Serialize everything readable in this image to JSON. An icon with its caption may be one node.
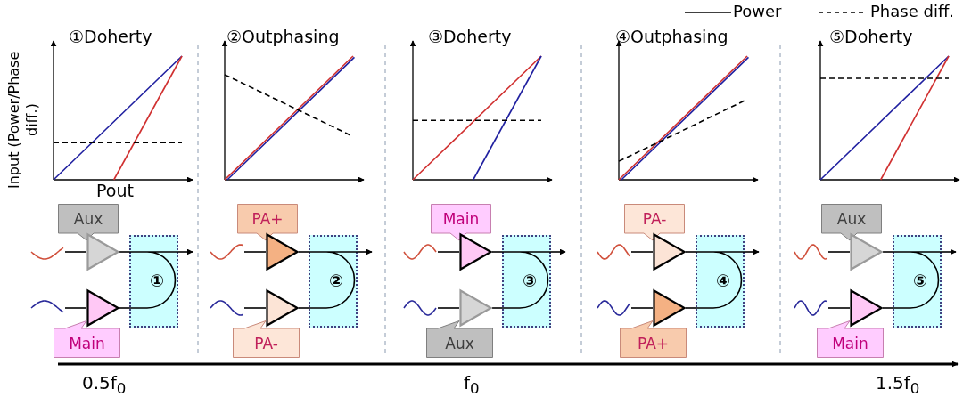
{
  "diagram": {
    "nodes": [
      {
        "text": [
          "Aux"
        ]
      },
      {
        "text": [],
        "shape": "wave"
      },
      {
        "text": [],
        "shape": "triangle"
      },
      {
        "text": [
          "①"
        ]
      },
      {
        "text": [],
        "shape": "wave"
      },
      {
        "text": [],
        "shape": "triangle"
      },
      {
        "text": [
          "Main"
        ]
      },
      {
        "text": [
          "PA+"
        ]
      },
      {
        "text": [],
        "shape": "wave"
      },
      {
        "text": [],
        "shape": "triangle"
      },
      {
        "text": [
          "②"
        ]
      },
      {
        "text": [],
        "shape": "wave"
      },
      {
        "text": [],
        "shape": "triangle"
      },
      {
        "text": [
          "PA-"
        ]
      },
      {
        "text": [
          "Main"
        ]
      },
      {
        "text": [],
        "shape": "wave"
      },
      {
        "text": [],
        "shape": "triangle"
      },
      {
        "text": [
          "③"
        ]
      },
      {
        "text": [],
        "shape": "wave"
      },
      {
        "text": [],
        "shape": "triangle"
      },
      {
        "text": [
          "Aux"
        ]
      },
      {
        "text": [
          "PA-"
        ]
      },
      {
        "text": [],
        "shape": "wave"
      },
      {
        "text": [],
        "shape": "triangle"
      },
      {
        "text": [
          "④"
        ]
      },
      {
        "text": [],
        "shape": "wave"
      },
      {
        "text": [],
        "shape": "triangle"
      },
      {
        "text": [
          "PA+"
        ]
      },
      {
        "text": [
          "Aux"
        ]
      },
      {
        "text": [],
        "shape": "wave"
      },
      {
        "text": [],
        "shape": "triangle"
      },
      {
        "text": [
          "⑤"
        ]
      },
      {
        "text": [],
        "shape": "wave"
      },
      {
        "text": [],
        "shape": "triangle"
      },
      {
        "text": [
          "Main"
        ]
      }
    ],
    "edges": [
      {
        "from": 1,
        "to": 2,
        "arrow": "none"
      },
      {
        "from": 2,
        "to": 3,
        "arrow": "none"
      },
      {
        "from": 4,
        "to": 5,
        "arrow": "none"
      },
      {
        "from": 5,
        "to": 3,
        "arrow": "none"
      },
      {
        "from": 3,
        "to": null,
        "arrow": "to"
      },
      {
        "from": 8,
        "to": 9,
        "arrow": "none"
      },
      {
        "from": 9,
        "to": 10,
        "arrow": "none"
      },
      {
        "from": 11,
        "to": 12,
        "arrow": "none"
      },
      {
        "from": 12,
        "to": 10,
        "arrow": "none"
      },
      {
        "from": 10,
        "to": null,
        "arrow": "to"
      },
      {
        "from": 15,
        "to": 16,
        "arrow": "none"
      },
      {
        "from": 16,
        "to": 17,
        "arrow": "none"
      },
      {
        "from": 18,
        "to": 19,
        "arrow": "none"
      },
      {
        "from": 19,
        "to": 17,
        "arrow": "none"
      },
      {
        "from": 17,
        "to": null,
        "arrow": "to"
      },
      {
        "from": 22,
        "to": 23,
        "arrow": "none"
      },
      {
        "from": 23,
        "to": 24,
        "arrow": "none"
      },
      {
        "from": 25,
        "to": 26,
        "arrow": "none"
      },
      {
        "from": 26,
        "to": 24,
        "arrow": "none"
      },
      {
        "from": 24,
        "to": null,
        "arrow": "to"
      },
      {
        "from": 29,
        "to": 30,
        "arrow": "none"
      },
      {
        "from": 30,
        "to": 31,
        "arrow": "none"
      },
      {
        "from": 32,
        "to": 33,
        "arrow": "none"
      },
      {
        "from": 33,
        "to": 31,
        "arrow": "none"
      },
      {
        "from": 31,
        "to": null,
        "arrow": "to"
      }
    ],
    "labels": [
      "①Doherty",
      "②Outphasing",
      "③Doherty",
      "④Outphasing",
      "⑤Doherty",
      "Input (Power/Phase diff.)",
      "Pout",
      "0.5f$_{0}$",
      "f$_{0}$",
      "1.5f$_{0}$"
    ],
    "legend": [
      {
        "text": "Power"
      },
      {
        "text": "Phase diff."
      }
    ]
  }
}
